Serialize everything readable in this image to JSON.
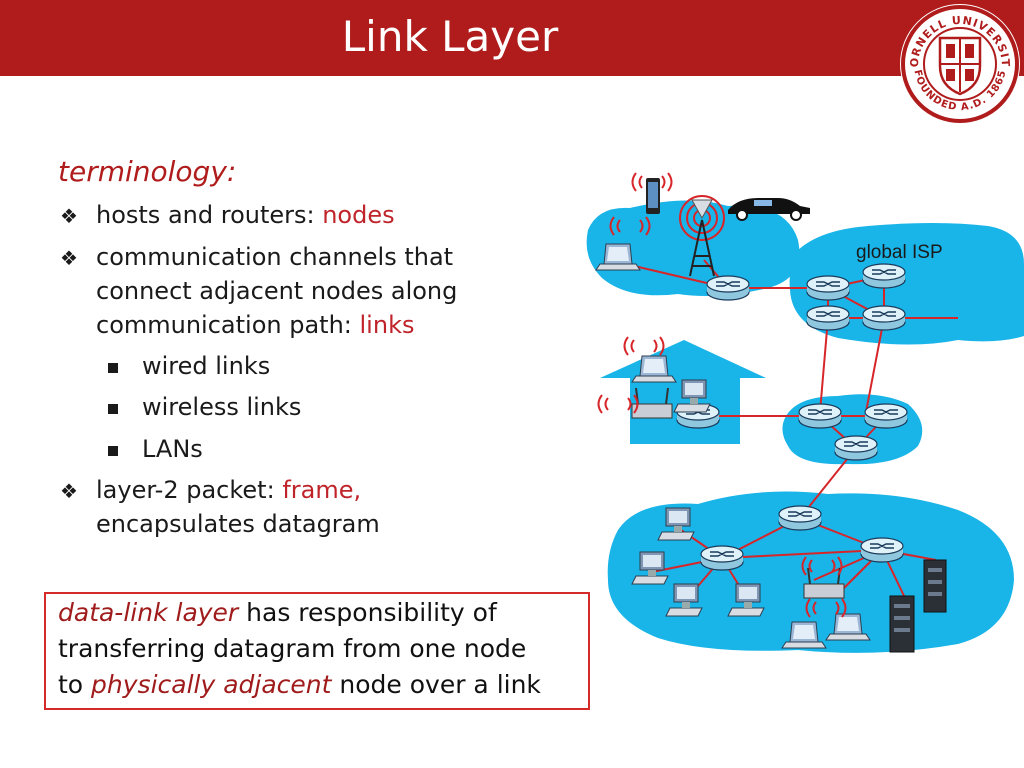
{
  "slide": {
    "title": "Link Layer",
    "logo": {
      "text_top": "CORNELL UNIVERSITY",
      "text_bottom": "FOUNDED A.D. 1865",
      "color": "#b01c1c"
    }
  },
  "terminology": {
    "heading": "terminology:",
    "items": [
      {
        "text": "hosts and routers: ",
        "highlight": "nodes"
      },
      {
        "lines": [
          "communication channels that",
          "connect adjacent nodes along"
        ],
        "last_line": "communication path: ",
        "highlight": "links"
      },
      {
        "text": "layer-2 packet: ",
        "highlight": "frame,",
        "line2": "encapsulates datagram"
      }
    ],
    "subitems": [
      "wired links",
      "wireless links",
      "LANs"
    ]
  },
  "definition": {
    "line1_term": "data-link layer",
    "line1_rest": " has responsibility of",
    "line2": "transferring datagram from one node",
    "line3_start": "to ",
    "line3_term": "physically adjacent",
    "line3_end": " node over a link"
  },
  "network": {
    "global_isp_label": "global ISP",
    "colors": {
      "cloud": "#19b4e8",
      "link": "#d7262a",
      "router": "#cfeaf6"
    }
  }
}
